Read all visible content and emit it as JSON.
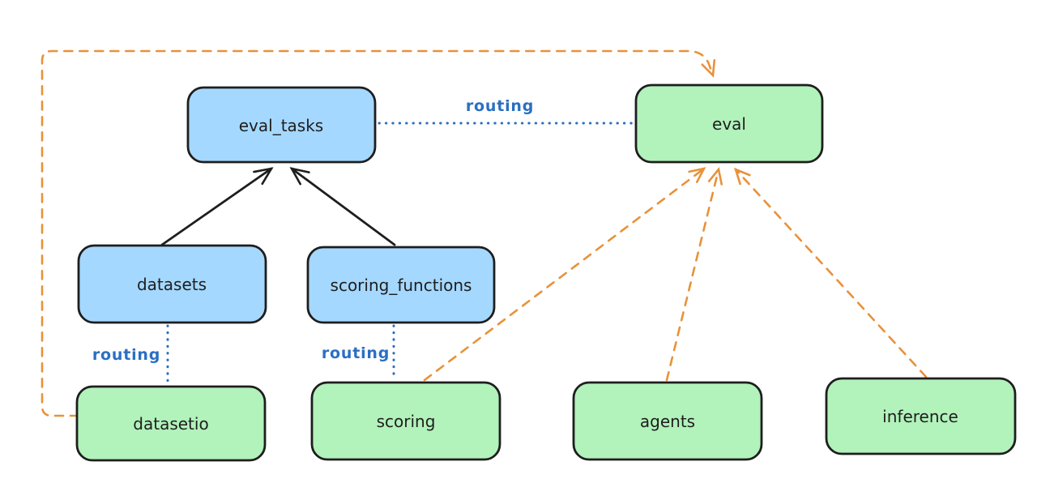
{
  "colors": {
    "background": "#ffffff",
    "box_stroke": "#1e1e1e",
    "blue_fill": "#a5d8ff",
    "green_fill": "#b2f2bb",
    "orange": "#e8923a",
    "routing_blue": "#2a6fc2"
  },
  "nodes": {
    "eval_tasks": {
      "label": "eval_tasks",
      "color": "blue"
    },
    "eval": {
      "label": "eval",
      "color": "green"
    },
    "datasets": {
      "label": "datasets",
      "color": "blue"
    },
    "scoring_functions": {
      "label": "scoring_functions",
      "color": "blue"
    },
    "datasetio": {
      "label": "datasetio",
      "color": "green"
    },
    "scoring": {
      "label": "scoring",
      "color": "green"
    },
    "agents": {
      "label": "agents",
      "color": "green"
    },
    "inference": {
      "label": "inference",
      "color": "green"
    }
  },
  "edge_labels": {
    "routing_top": "routing",
    "routing_datasets": "routing",
    "routing_scoring": "routing"
  },
  "edges": [
    {
      "from": "datasets",
      "to": "eval_tasks",
      "style": "solid",
      "color": "black",
      "arrow": true
    },
    {
      "from": "scoring_functions",
      "to": "eval_tasks",
      "style": "solid",
      "color": "black",
      "arrow": true
    },
    {
      "from": "eval_tasks",
      "to": "eval",
      "style": "dotted",
      "color": "blue",
      "arrow": false,
      "label": "routing"
    },
    {
      "from": "datasets",
      "to": "datasetio",
      "style": "dotted",
      "color": "blue",
      "arrow": false,
      "label": "routing"
    },
    {
      "from": "scoring_functions",
      "to": "scoring",
      "style": "dotted",
      "color": "blue",
      "arrow": false,
      "label": "routing"
    },
    {
      "from": "datasetio",
      "to": "eval",
      "style": "dashed",
      "color": "orange",
      "arrow": true,
      "route": "around-left-and-top"
    },
    {
      "from": "scoring",
      "to": "eval",
      "style": "dashed",
      "color": "orange",
      "arrow": true
    },
    {
      "from": "agents",
      "to": "eval",
      "style": "dashed",
      "color": "orange",
      "arrow": true
    },
    {
      "from": "inference",
      "to": "eval",
      "style": "dashed",
      "color": "orange",
      "arrow": true
    }
  ]
}
